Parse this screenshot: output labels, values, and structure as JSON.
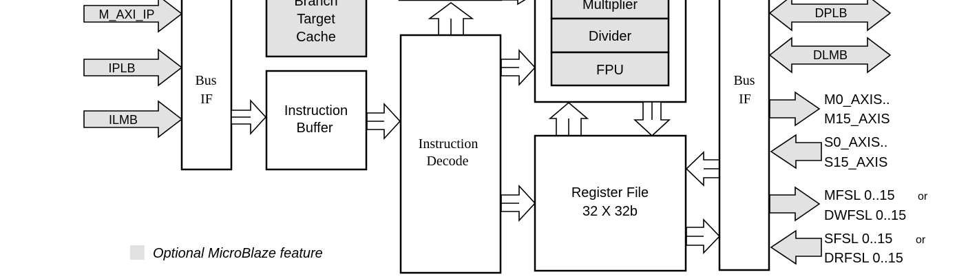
{
  "diagram": {
    "left_bus": {
      "label_line1": "Bus",
      "label_line2": "IF"
    },
    "right_bus": {
      "label_line1": "Bus",
      "label_line2": "IF"
    },
    "inputs_left": [
      {
        "label": "M_AXI_IP"
      },
      {
        "label": "IPLB"
      },
      {
        "label": "ILMB"
      }
    ],
    "branch_target_cache": {
      "line1": "Branch",
      "line2": "Target",
      "line3": "Cache"
    },
    "instruction_buffer": {
      "line1": "Instruction",
      "line2": "Buffer"
    },
    "instruction_decode": {
      "line1": "Instruction",
      "line2": "Decode"
    },
    "execution_units": [
      {
        "label": "Multiplier"
      },
      {
        "label": "Divider"
      },
      {
        "label": "FPU"
      }
    ],
    "register_file": {
      "line1": "Register File",
      "line2": "32 X 32b"
    },
    "right_ports": {
      "dplb": "DPLB",
      "dlmb": "DLMB",
      "m_axis_line1": "M0_AXIS..",
      "m_axis_line2": "M15_AXIS",
      "s_axis_line1": "S0_AXIS..",
      "s_axis_line2": "S15_AXIS",
      "mfsl_line1": "MFSL 0..15",
      "mfsl_or": "or",
      "mfsl_line2": "DWFSL 0..15",
      "sfsl_line1": "SFSL 0..15",
      "sfsl_or": "or",
      "sfsl_line2": "DRFSL 0..15"
    },
    "legend": {
      "label": "Optional MicroBlaze feature",
      "swatch_color": "#e2e2e2"
    },
    "colors": {
      "optional_fill": "#e2e2e2",
      "line": "#000000"
    }
  }
}
